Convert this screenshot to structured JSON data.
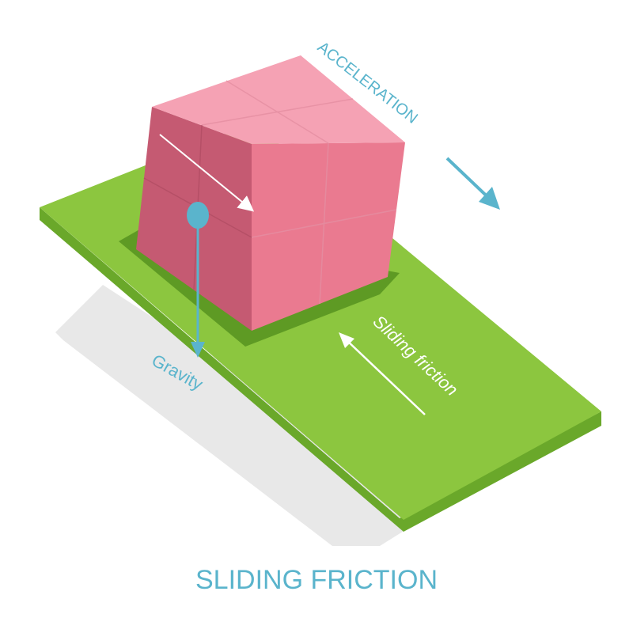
{
  "title": "SLIDING FRICTION",
  "labels": {
    "acceleration": "ACCELERATION",
    "gravity": "Gravity",
    "sliding_friction": "Sliding friction"
  },
  "colors": {
    "ramp_top": "#8cc63f",
    "ramp_side": "#6aa82a",
    "cube_top": "#f5a0b2",
    "cube_left": "#c55a72",
    "cube_right": "#ea7a90",
    "arrow_blue": "#5ab4cc",
    "shadow": "#e7e7e7"
  }
}
